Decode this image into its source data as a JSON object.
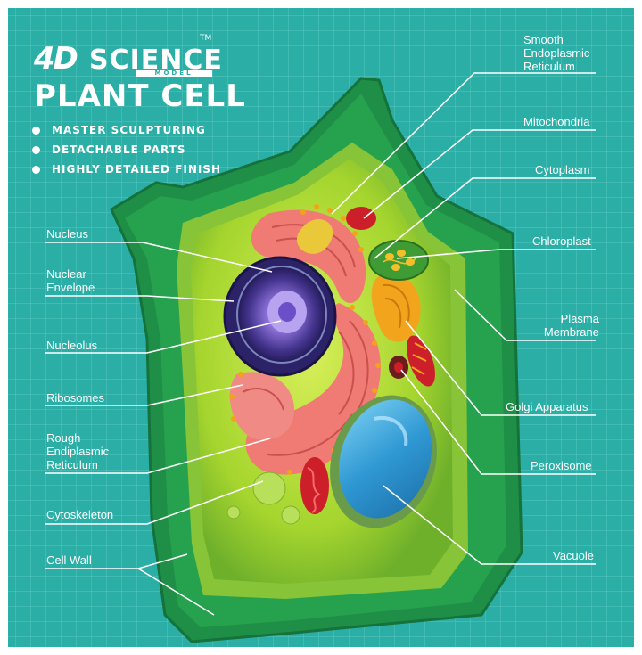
{
  "brand": {
    "number": "4D",
    "word": "SCIENCE",
    "sub": "MODEL",
    "tm": "TM"
  },
  "title": "PLANT CELL",
  "features": [
    "MASTER SCULPTURING",
    "DETACHABLE PARTS",
    "HIGHLY DETAILED FINISH"
  ],
  "labels": {
    "smooth_er": "Smooth\nEndoplasmic\nReticulum",
    "mitochondria": "Mitochondria",
    "cytoplasm": "Cytoplasm",
    "chloroplast": "Chloroplast",
    "plasma_membrane": "Plasma\nMembrane",
    "golgi": "Golgi Apparatus",
    "peroxisome": "Peroxisome",
    "vacuole": "Vacuole",
    "nucleus": "Nucleus",
    "nuclear_envelope": "Nuclear\nEnvelope",
    "nucleolus": "Nucleolus",
    "ribosomes": "Ribosomes",
    "rough_er": "Rough\nEndiplasmic\nReticulum",
    "cytoskeleton": "Cytoskeleton",
    "cell_wall": "Cell Wall"
  },
  "colors": {
    "background": "#2aaea6",
    "grid": "#58c6bf",
    "cell_wall": "#1f8f47",
    "cytoplasm": "#9ed42a",
    "nucleus": "#3b2d7a",
    "rough_er": "#f07a74",
    "vacuole": "#3aa0d8",
    "mitochondria": "#cc1f2a",
    "chloroplast": "#3f9b33",
    "golgi": "#f2a51c",
    "leader_line": "#ffffff"
  }
}
